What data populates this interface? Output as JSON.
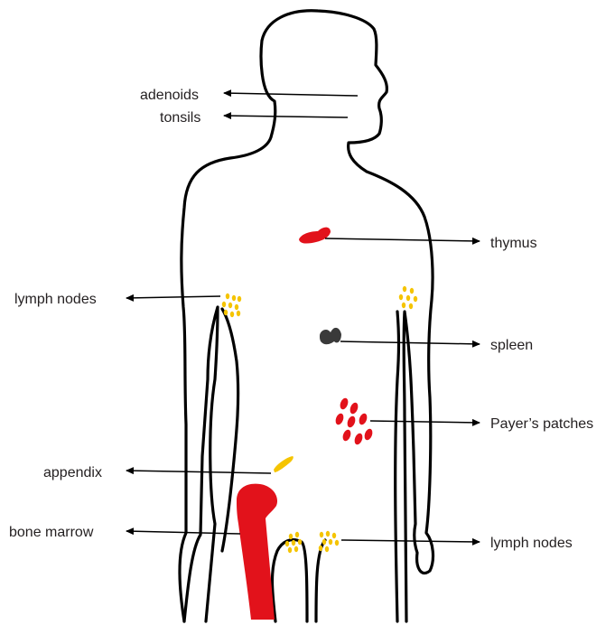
{
  "labels": {
    "adenoids": "adenoids",
    "tonsils": "tonsils",
    "thymus": "thymus",
    "lymph_nodes_left": "lymph nodes",
    "spleen": "spleen",
    "payers_patches": "Payer’s patches",
    "appendix": "appendix",
    "bone_marrow": "bone marrow",
    "lymph_nodes_groin": "lymph nodes"
  },
  "colors": {
    "outline": "#000000",
    "thymus": "#e2121b",
    "payers_patches": "#e2121b",
    "bone_marrow": "#e2121b",
    "lymph_nodes": "#f5c400",
    "appendix": "#f5c400",
    "spleen": "#3a3a3a",
    "text": "#231f20"
  }
}
